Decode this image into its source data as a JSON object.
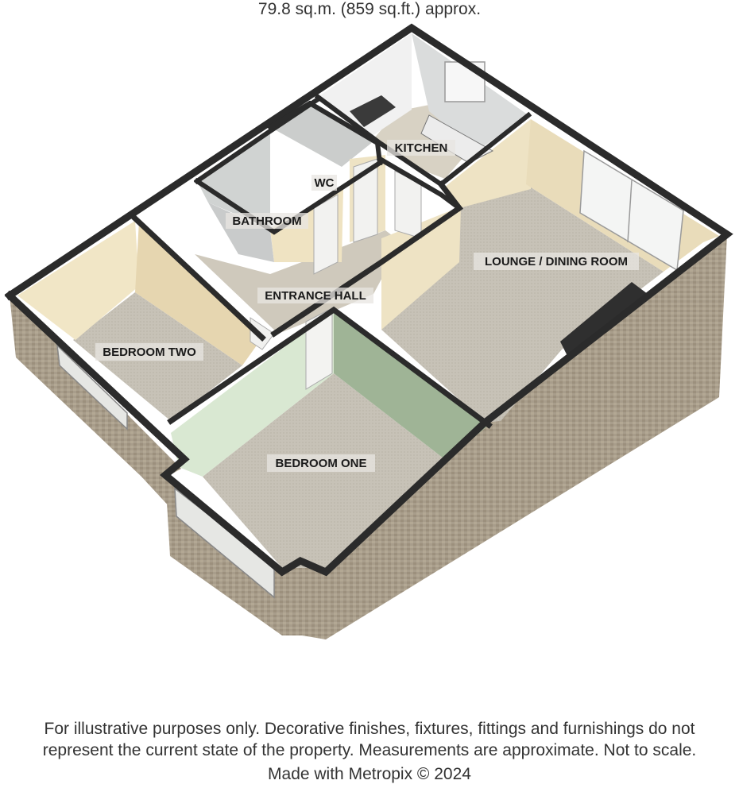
{
  "header": {
    "area": "79.8 sq.m. (859 sq.ft.) approx."
  },
  "rooms": {
    "kitchen": "KITCHEN",
    "wc": "WC",
    "bathroom": "BATHROOM",
    "lounge": "LOUNGE /  DINING ROOM",
    "entrance_hall": "ENTRANCE HALL",
    "bedroom_two": "BEDROOM TWO",
    "bedroom_one": "BEDROOM ONE"
  },
  "footer": {
    "line1": "For illustrative purposes only. Decorative finishes, fixtures, fittings and furnishings do not",
    "line2": "represent the current state of the property. Measurements are approximate. Not to scale.",
    "line3": "Made with Metropix © 2024"
  },
  "colors": {
    "wall_top": "#2b2b2b",
    "exterior_brick": "#a59a88",
    "carpet": "#c6c1b6",
    "wall_cream": "#eee3c4",
    "wall_green": "#aebf9f",
    "tile_grey": "#c9cbcb",
    "kitchen_white": "#f1f1f1"
  }
}
